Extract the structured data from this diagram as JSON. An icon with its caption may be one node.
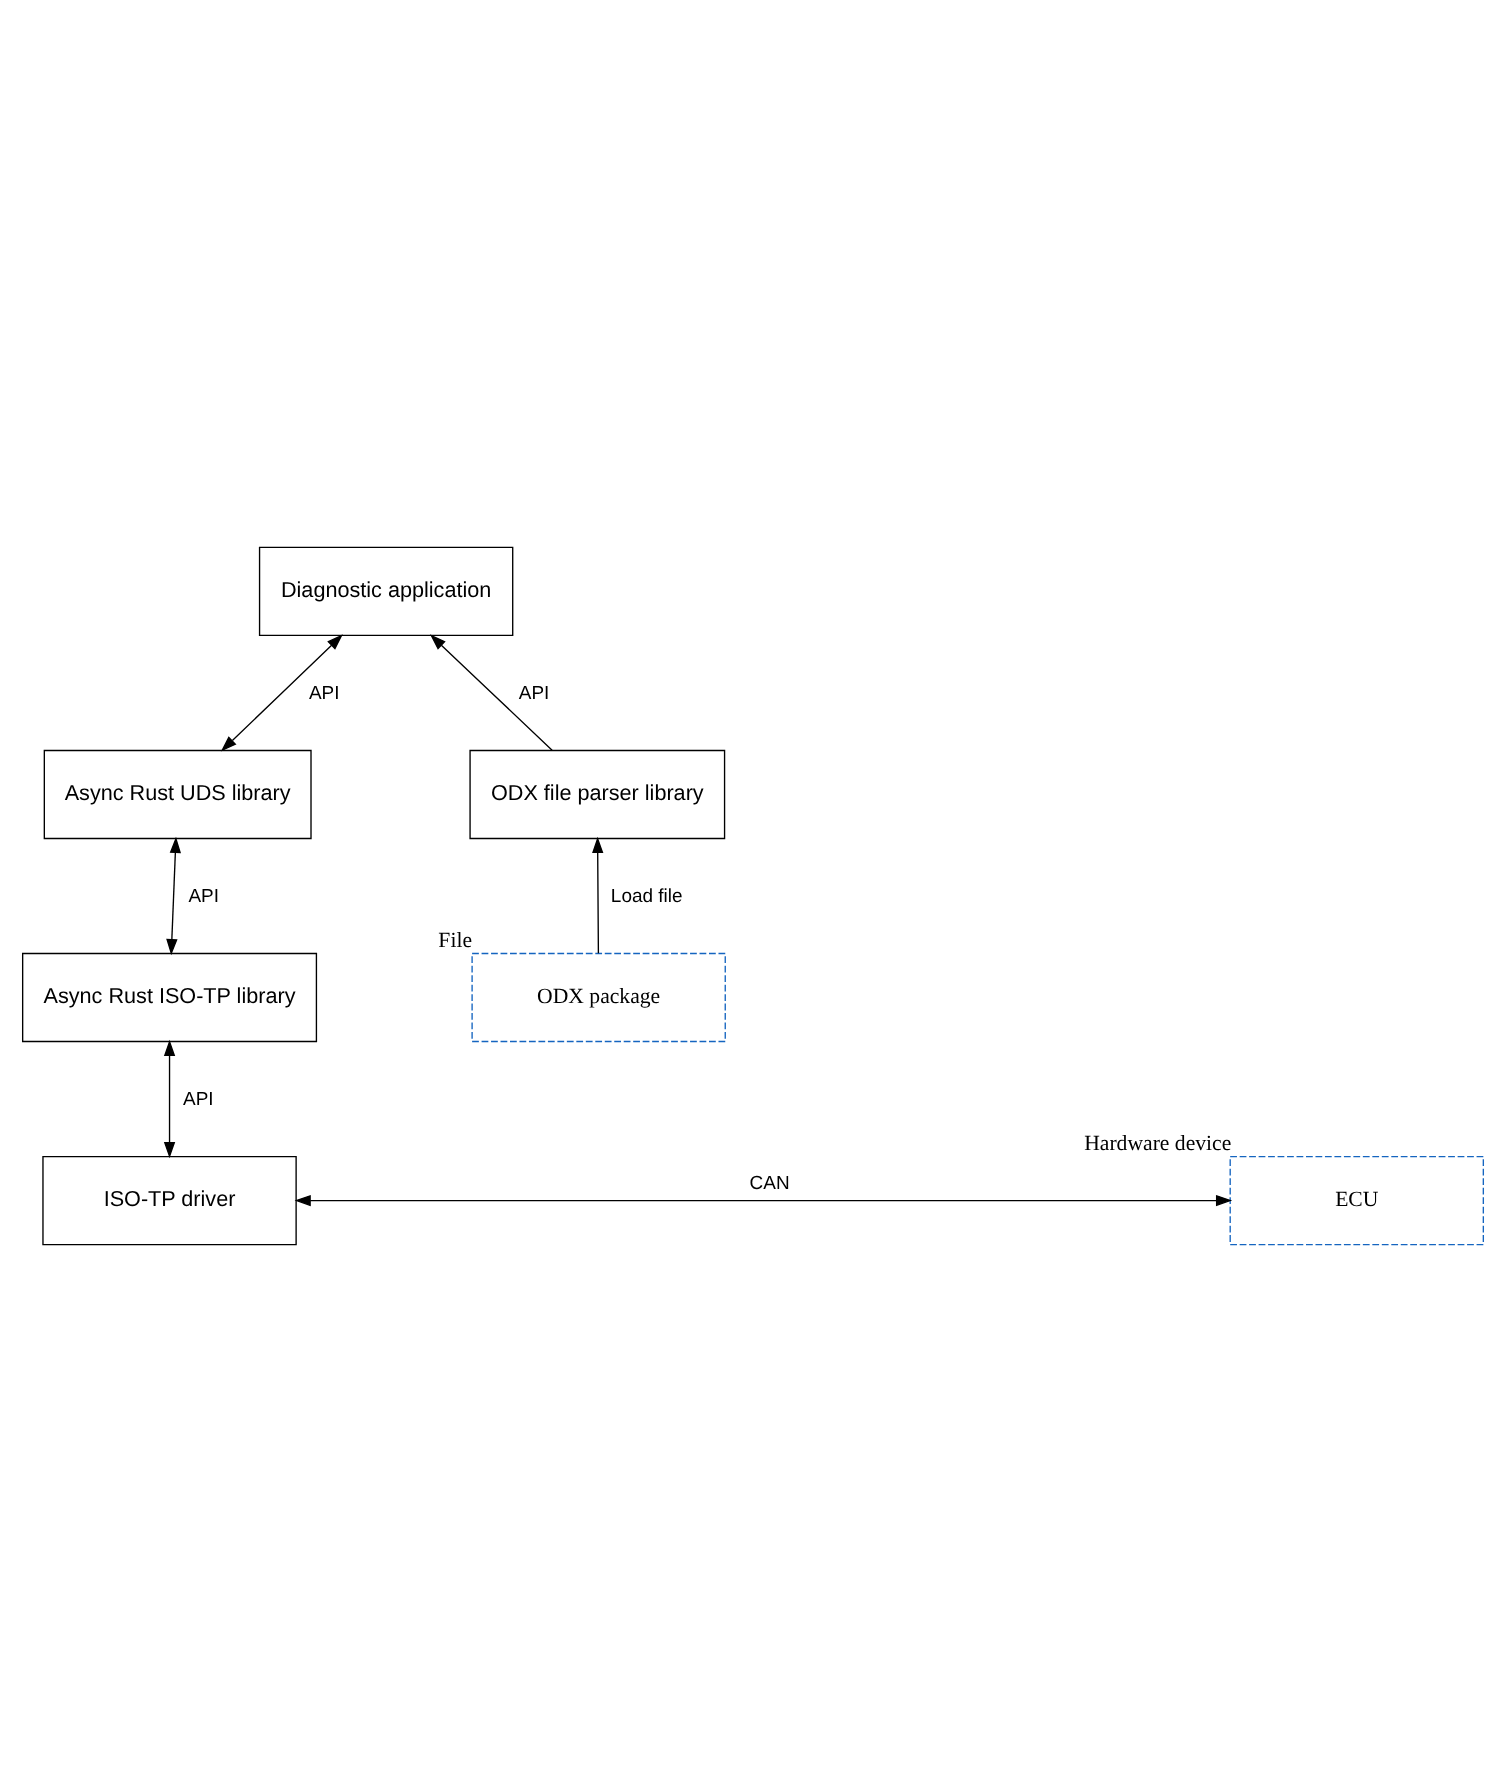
{
  "diagram": {
    "nodes": [
      {
        "text": [
          "Diagnostic application"
        ]
      },
      {
        "text": [
          "Async Rust UDS library"
        ]
      },
      {
        "text": [
          "ODX file parser library"
        ]
      },
      {
        "text": [
          "Async Rust ISO-TP library"
        ]
      },
      {
        "text": [
          "ODX package"
        ],
        "beside": [
          "File"
        ]
      },
      {
        "text": [
          "ISO-TP driver"
        ]
      },
      {
        "text": [
          "ECU"
        ],
        "beside": [
          "Hardware device"
        ]
      }
    ],
    "edges": [
      {
        "from": 0,
        "to": 1,
        "arrow": "both",
        "label": "API"
      },
      {
        "from": 2,
        "to": 0,
        "arrow": "to",
        "label": "API"
      },
      {
        "from": 4,
        "to": 2,
        "arrow": "to",
        "label": "Load file"
      },
      {
        "from": 1,
        "to": 3,
        "arrow": "both",
        "label": "API"
      },
      {
        "from": 3,
        "to": 5,
        "arrow": "both",
        "label": "API"
      },
      {
        "from": 5,
        "to": 6,
        "arrow": "both",
        "label": "CAN"
      }
    ]
  }
}
